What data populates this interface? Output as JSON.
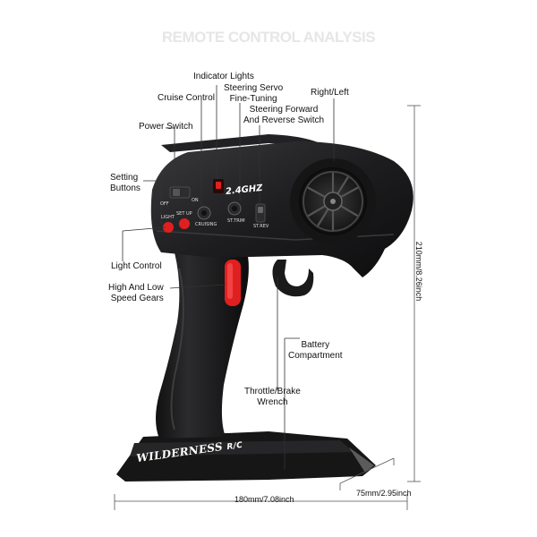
{
  "title": "REMOTE CONTROL ANALYSIS",
  "callouts": {
    "indicator_lights": "Indicator Lights",
    "cruise_control": "Cruise Control",
    "steering_servo": "Steering Servo\nFine-Tuning",
    "steering_forward": "Steering Forward\nAnd Reverse Switch",
    "right_left": "Right/Left",
    "power_switch": "Power Switch",
    "setting_buttons": "Setting\nButtons",
    "light_control": "Light Control",
    "speed_gears": "High And Low\nSpeed Gears",
    "battery": "Battery\nCompartment",
    "throttle": "Throttle/Brake\nWrench"
  },
  "dimensions": {
    "height": "210mm/8.26inch",
    "width": "180mm/7.08inch",
    "depth": "75mm/2.95inch"
  },
  "device": {
    "model_label": "2.4GHZ",
    "brand_logo": "WILDERNESS",
    "brand_suffix": "R/C",
    "switch_off": "OFF",
    "switch_on": "ON",
    "btn_light": "LIGHT",
    "btn_setup": "SET UP",
    "knob_cruise": "CRUISING",
    "knob_st_trim": "ST.TRIM",
    "switch_st_rev": "ST.REV"
  },
  "colors": {
    "body": "#1c1c1e",
    "accent_red": "#e02020",
    "leader_line": "#333333",
    "title": "#e6e6e6"
  }
}
